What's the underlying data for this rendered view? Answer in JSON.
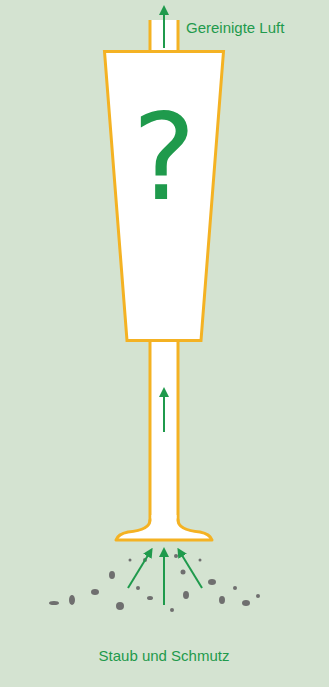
{
  "diagram": {
    "nodes": [
      {
        "text": [
          "?"
        ]
      }
    ],
    "labels": [
      "Gereinigte Luft",
      "Staub und Schmutz"
    ]
  }
}
